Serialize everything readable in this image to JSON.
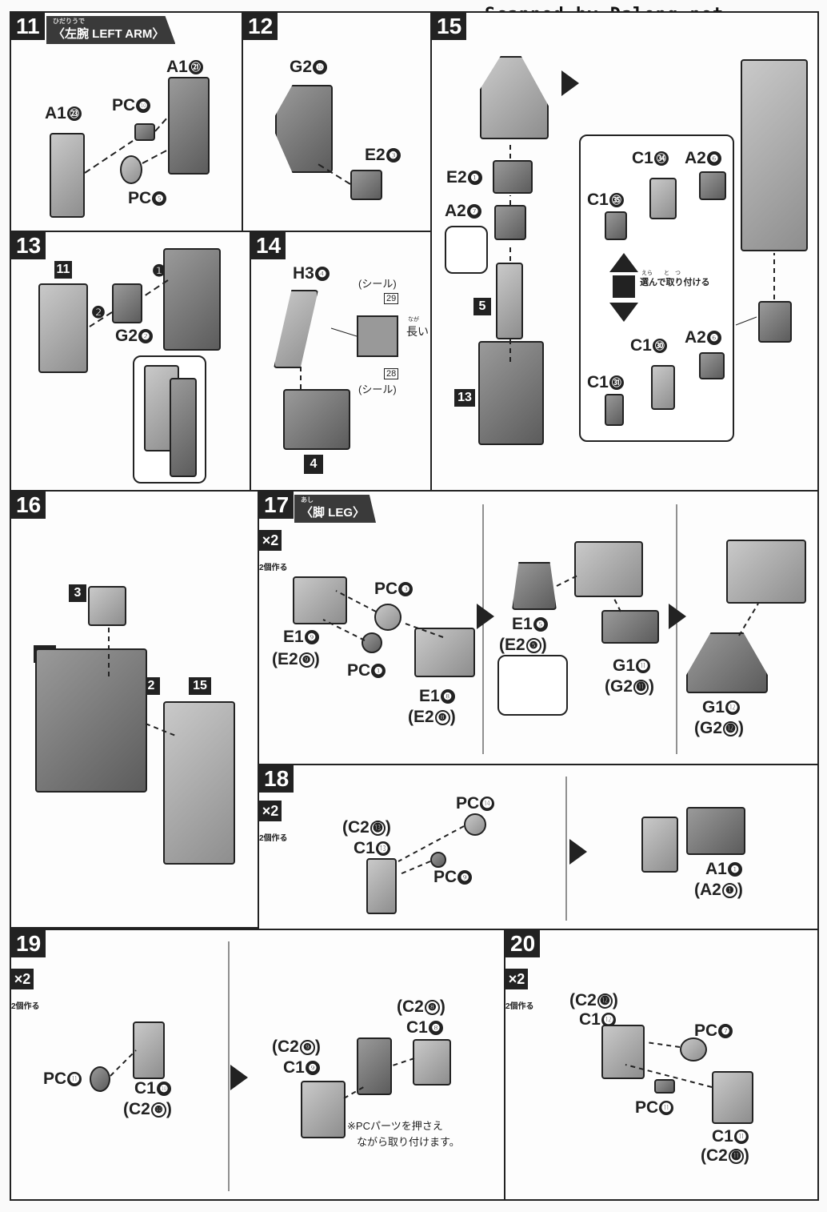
{
  "watermark": "Scanned by Dalong.net",
  "steps": {
    "s11": {
      "number": "11",
      "title_ruby": "ひだりうで",
      "title": "〈左腕 LEFT ARM〉",
      "labels": {
        "a21": "A1",
        "a21n": "㉑",
        "pc10": "PC",
        "pc10n": "❿",
        "a23": "A1",
        "a23n": "㉓",
        "pc5": "PC",
        "pc5n": "❺"
      }
    },
    "s12": {
      "number": "12",
      "labels": {
        "g2": "G2",
        "g2n": "❿",
        "e2": "E2",
        "e2n": "❸"
      }
    },
    "s13": {
      "number": "13",
      "ref": "11",
      "arrow1": "❶",
      "arrow2": "❷",
      "g2": "G2",
      "g2n": "❷"
    },
    "s14": {
      "number": "14",
      "h3": "H3",
      "h3n": "❹",
      "ref": "4",
      "seal_top": "(シール)",
      "seal_top_no": "29",
      "seal_bottom": "(シール)",
      "seal_bottom_no": "28",
      "long_ruby": "なが",
      "long": "長い"
    },
    "s15": {
      "number": "15",
      "e2": "E2",
      "e2n": "❶",
      "a2": "A2",
      "a2n": "❼",
      "ref5": "5",
      "ref13": "13",
      "c134": "C1",
      "c134n": "㉞",
      "a26a": "A2",
      "a26an": "❻",
      "c135": "C1",
      "c135n": "㉟",
      "choose_ruby": "えら　　と　つ",
      "choose": "選んで取り付ける",
      "c130": "C1",
      "c130n": "㉚",
      "a26b": "A2",
      "a26bn": "❻",
      "c131": "C1",
      "c131n": "㉛"
    },
    "s16": {
      "number": "16",
      "ref3": "3",
      "ref10": "10",
      "ref2": "2",
      "ref15": "15"
    },
    "s17": {
      "number": "17",
      "title_ruby": "あし",
      "title": "〈脚 LEG〉",
      "x2": "×2",
      "x2_note": "2個作る",
      "pc3": "PC",
      "pc3n": "❸",
      "e19": "E1",
      "e19n": "❾",
      "e29": "(E2",
      "e29n": "❾",
      "e29c": ")",
      "pc1": "PC",
      "pc1n": "❶",
      "e18": "E1",
      "e18n": "❽",
      "e28": "(E2",
      "e28n": "❽",
      "e28c": ")",
      "e15": "E1",
      "e15n": "❺",
      "e25": "(E2",
      "e25n": "❺",
      "e25c": ")",
      "g111": "G1",
      "g111n": "⓫",
      "g211": "(G2",
      "g211n": "⓫",
      "g211c": ")",
      "g112": "G1",
      "g112n": "⓬",
      "g212": "(G2",
      "g212n": "⓬",
      "g212c": ")"
    },
    "s18": {
      "number": "18",
      "x2": "×2",
      "x2_note": "2個作る",
      "pc14": "PC",
      "pc14n": "⓮",
      "c213": "(C2",
      "c213n": "⓭",
      "c213c": ")",
      "c113": "C1",
      "c113n": "⓭",
      "pc9": "PC",
      "pc9n": "❾",
      "a11": "A1",
      "a11n": "❶",
      "a21": "(A2",
      "a21n": "❶",
      "a21c": ")"
    },
    "s19": {
      "number": "19",
      "x2": "×2",
      "x2_note": "2個作る",
      "pc11": "PC",
      "pc11n": "⓫",
      "c110": "C1",
      "c110n": "❿",
      "c210": "(C2",
      "c210n": "❿",
      "c210c": ")",
      "c29": "(C2",
      "c29n": "❾",
      "c29c": ")",
      "c19": "C1",
      "c19n": "❾",
      "c28": "(C2",
      "c28n": "❽",
      "c28c": ")",
      "c18": "C1",
      "c18n": "❽",
      "note_line1": "※PCパーツを押さえ",
      "note_line2": "ながら取り付けます。"
    },
    "s20": {
      "number": "20",
      "x2": "×2",
      "x2_note": "2個作る",
      "c212": "(C2",
      "c212n": "⓬",
      "c212c": ")",
      "c112": "C1",
      "c112n": "⓬",
      "pc7": "PC",
      "pc7n": "❼",
      "pc11": "PC",
      "pc11n": "⓫",
      "c111": "C1",
      "c111n": "⓫",
      "c211": "(C2",
      "c211n": "⓫",
      "c211c": ")"
    }
  }
}
